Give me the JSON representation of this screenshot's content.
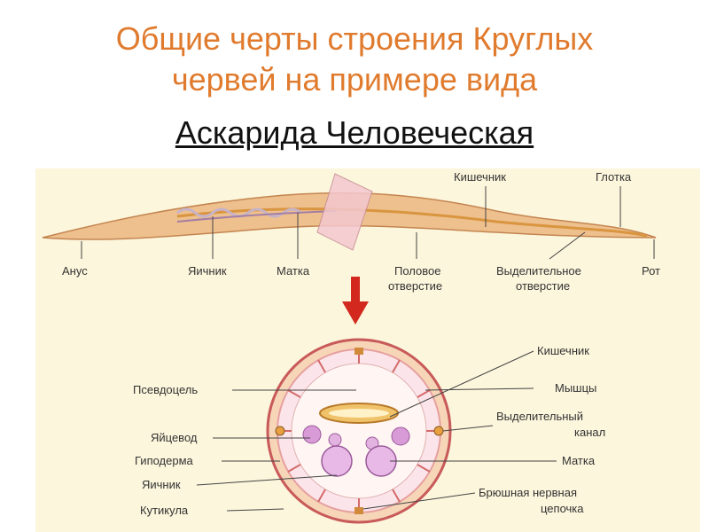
{
  "title": {
    "line1": "Общие черты строения Круглых",
    "line2": "червей на примере вида",
    "line3": "Аскарида Человеческая"
  },
  "worm_labels": {
    "anus": "Анус",
    "ovary": "Яичник",
    "uterus": "Матка",
    "genital_opening_1": "Половое",
    "genital_opening_2": "отверстие",
    "intestine": "Кишечник",
    "pharynx": "Глотка",
    "excretory_opening_1": "Выделительное",
    "excretory_opening_2": "отверстие",
    "mouth": "Рот"
  },
  "section_labels": {
    "pseudocoel": "Псевдоцель",
    "oviduct": "Яйцевод",
    "hypodermis": "Гиподерма",
    "ovary": "Яичник",
    "cuticle": "Кутикула",
    "intestine": "Кишечник",
    "muscles": "Мышцы",
    "excretory_canal_1": "Выделительный",
    "excretory_canal_2": "канал",
    "uterus": "Матка",
    "nerve_cord_1": "Брюшная нервная",
    "nerve_cord_2": "цепочка"
  },
  "colors": {
    "title": "#e07b2e",
    "panel": "#fcf6dc",
    "worm_body": "#e8b07a",
    "arrow": "#d2281e"
  }
}
